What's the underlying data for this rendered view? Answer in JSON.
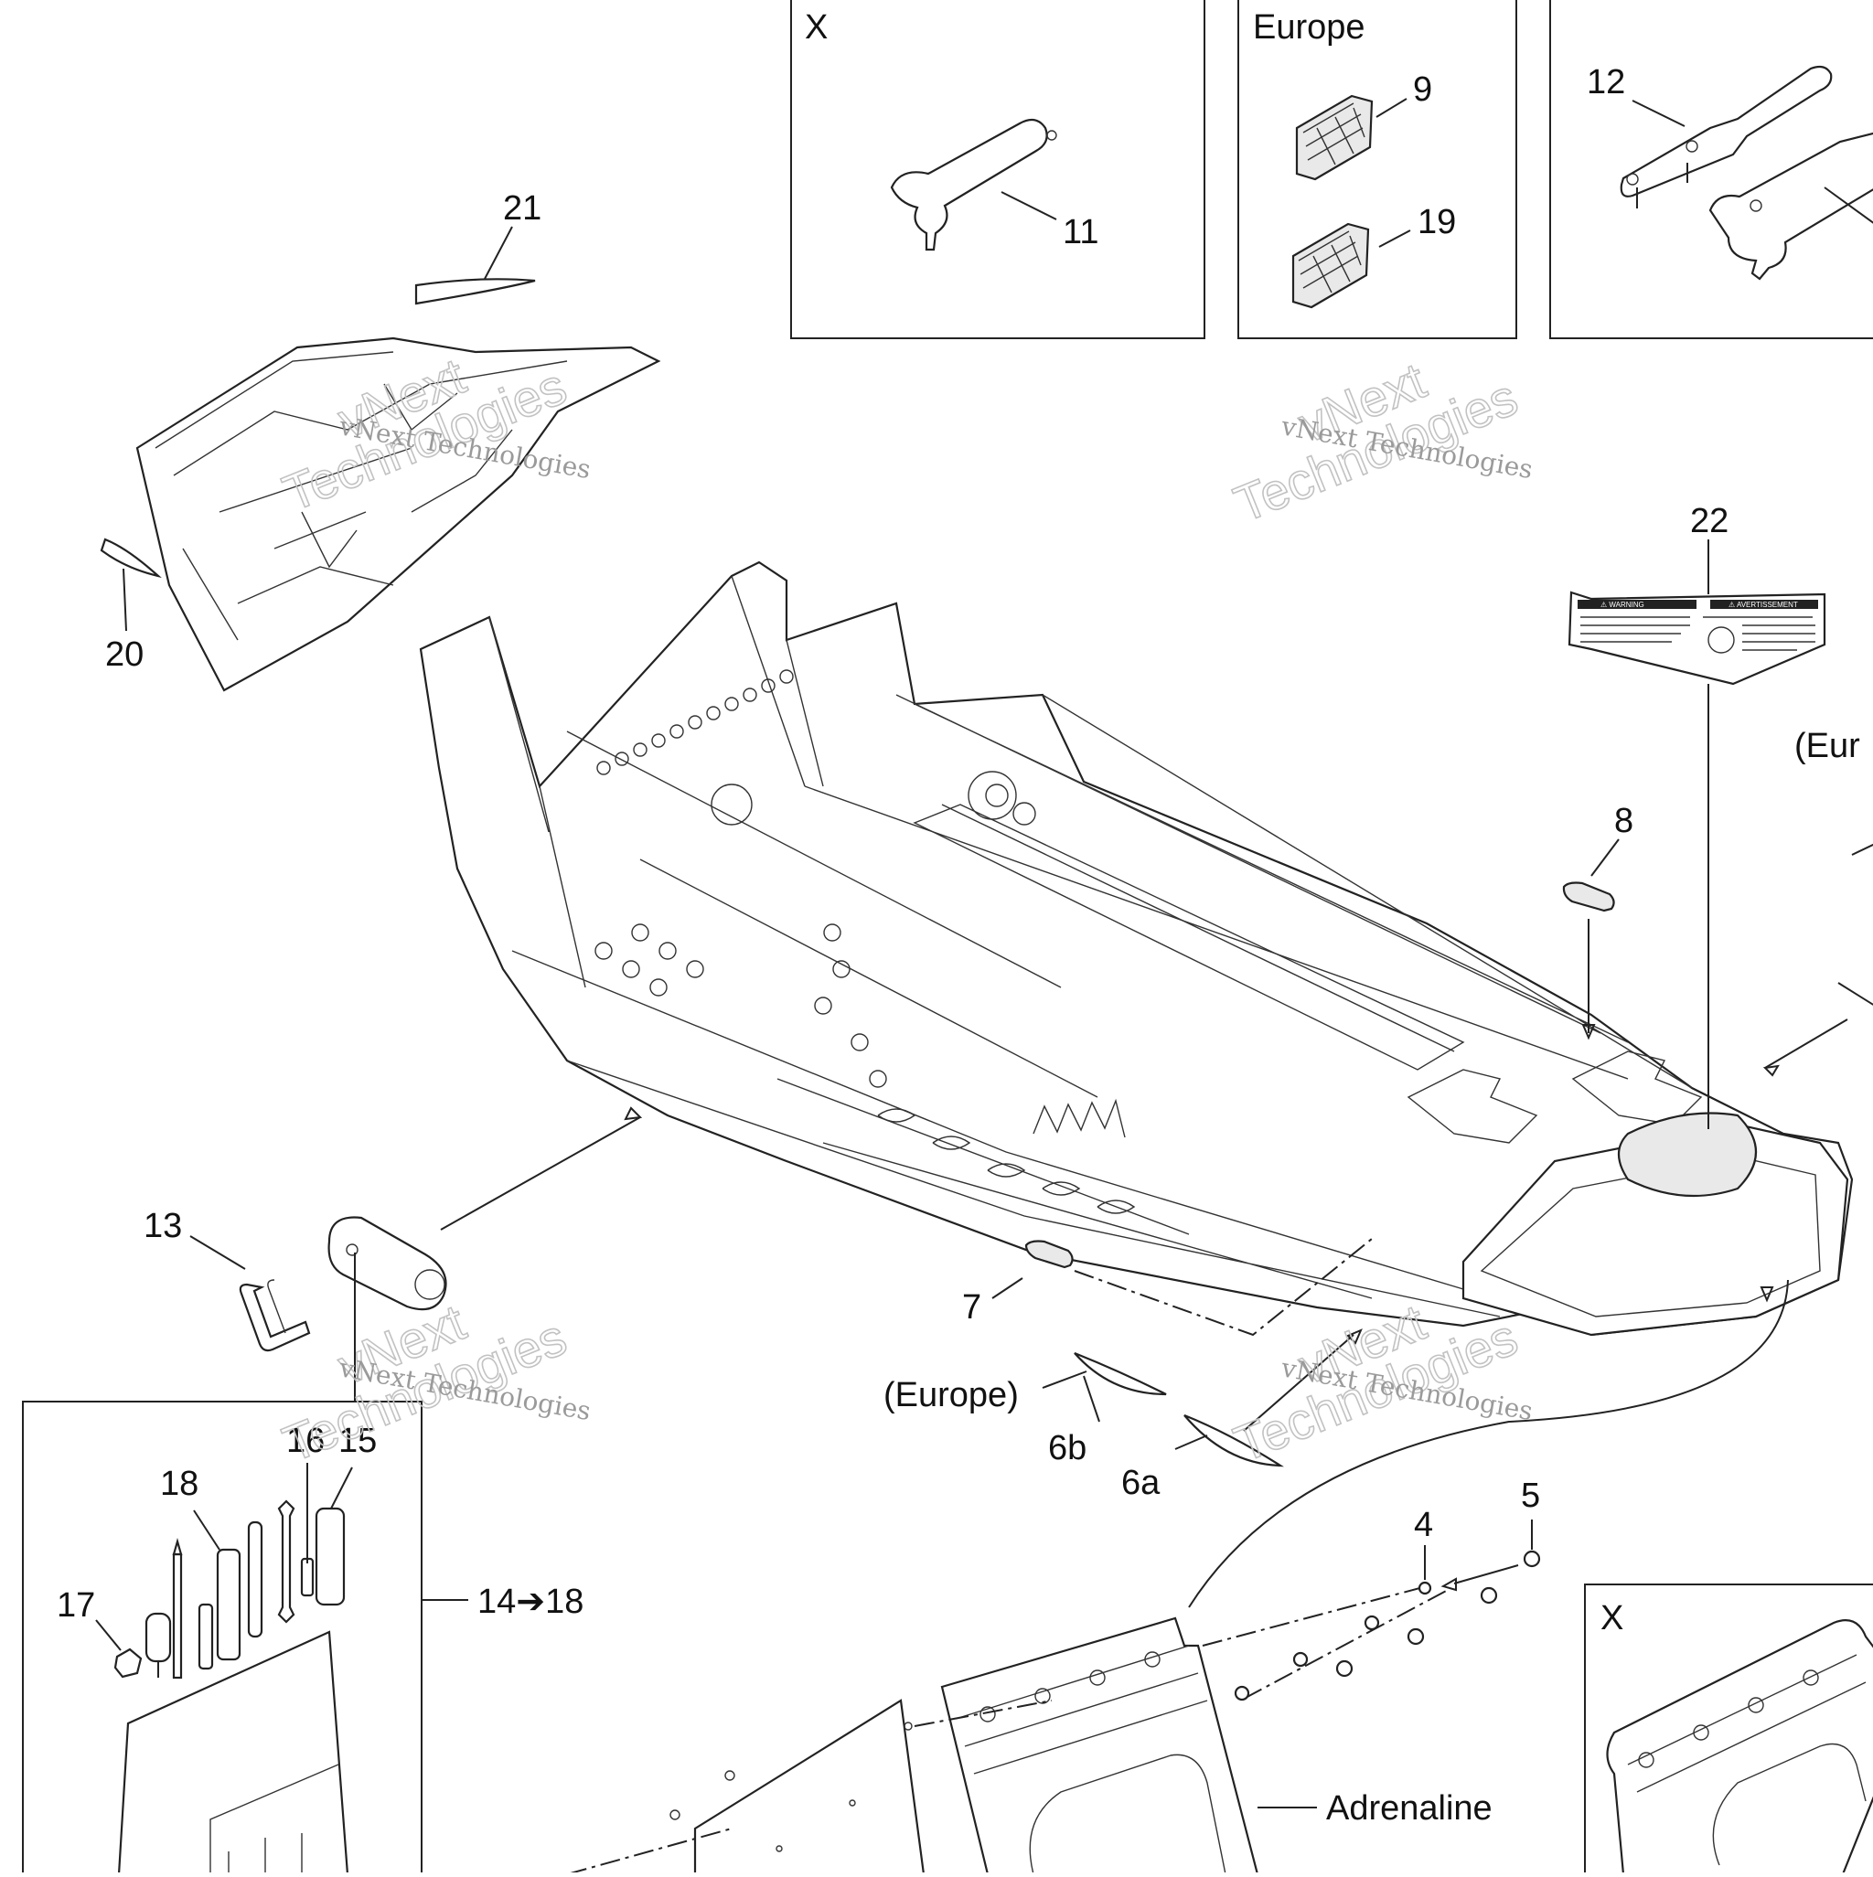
{
  "insets": {
    "x_top": "X",
    "europe": "Europe",
    "x_bottom": "X"
  },
  "callouts": {
    "c21": "21",
    "c20": "20",
    "c11": "11",
    "c9": "9",
    "c19": "19",
    "c12": "12",
    "c22": "22",
    "c8": "8",
    "c13": "13",
    "c7": "7",
    "c6b": "6b",
    "c6a": "6a",
    "c5": "5",
    "c4": "4",
    "c18": "18",
    "c16": "16",
    "c15": "15",
    "c17": "17",
    "kit": "14➔18"
  },
  "notes": {
    "europe_6b": "(Europe)",
    "europe_right": "(Eur",
    "adrenaline": "Adrenaline"
  },
  "watermark": {
    "line1": "vNext Technologies",
    "line2a": "vNext",
    "line2b": "Technologies"
  },
  "label_22": {
    "left_title": "⚠ WARNING",
    "right_title": "⚠ AVERTISSEMENT"
  }
}
